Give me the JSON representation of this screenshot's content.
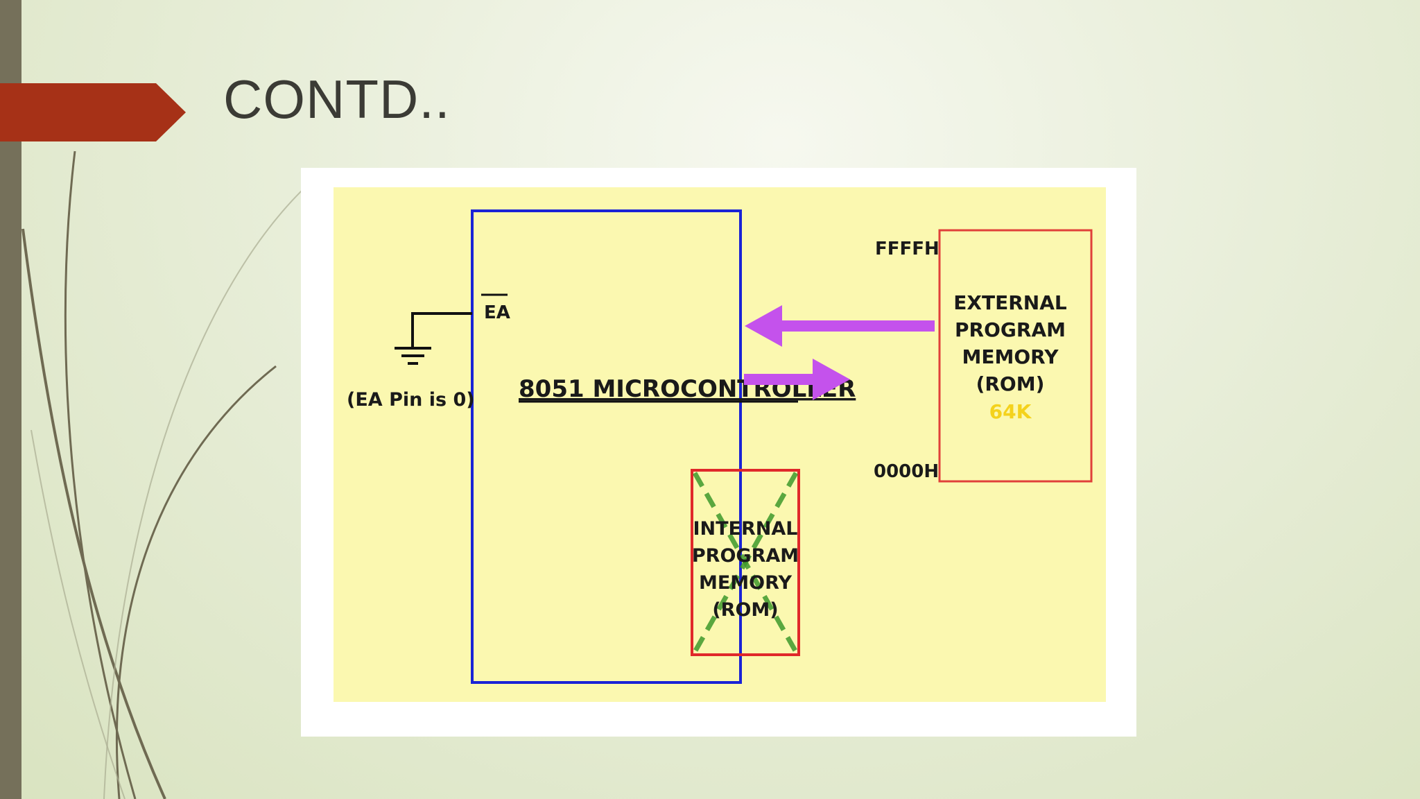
{
  "slide": {
    "title": "CONTD.."
  },
  "diagram": {
    "ea_label": "EA",
    "ea_pin_note": "(EA Pin is 0)",
    "microcontroller_label": "8051 MICROCONTROLLER",
    "internal_memory": {
      "lines": [
        "INTERNAL",
        "PROGRAM",
        "MEMORY",
        "(ROM)"
      ],
      "status": "crossed-out"
    },
    "external_memory": {
      "lines": [
        "EXTERNAL",
        "PROGRAM",
        "MEMORY",
        "(ROM)"
      ],
      "size": "64K"
    },
    "address_top": "FFFFH",
    "address_bottom": "0000H",
    "colors": {
      "panel_bg": "#fbf8b0",
      "microcontroller_border": "#1a23d6",
      "memory_border": "#e0403a",
      "arrow": "#c452ec",
      "cross": "#3f9a2c",
      "size_highlight": "#f4d21c",
      "title_accent": "#a63117"
    }
  }
}
